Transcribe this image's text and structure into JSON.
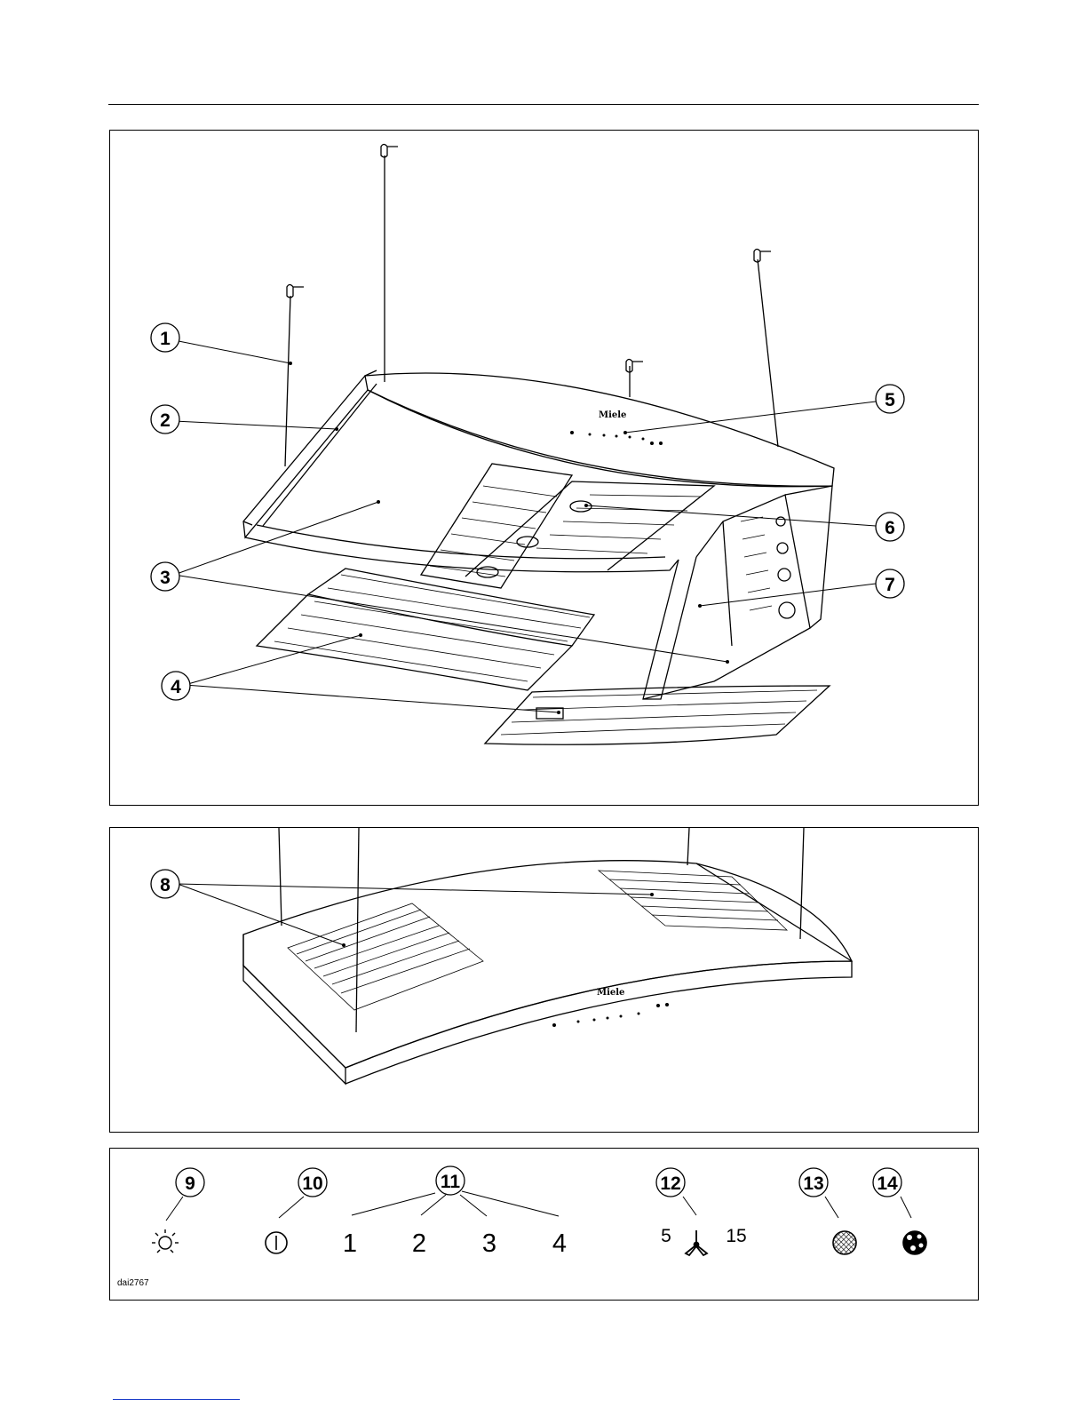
{
  "callouts_top": [
    "1",
    "2",
    "3",
    "4",
    "5",
    "6",
    "7"
  ],
  "callouts_mid": [
    "8"
  ],
  "callouts_bottom": [
    "9",
    "10",
    "11",
    "12",
    "13",
    "14"
  ],
  "brand_label": "Miele",
  "speed_levels": [
    "1",
    "2",
    "3",
    "4"
  ],
  "fan_timer_left": "5",
  "fan_timer_right": "15",
  "drawing_code": "dai2767",
  "icons": {
    "light": "light-bulb-icon",
    "power": "power-icon",
    "fan": "fan-icon",
    "grease_filter": "grease-filter-icon",
    "charcoal_filter": "charcoal-filter-icon"
  }
}
